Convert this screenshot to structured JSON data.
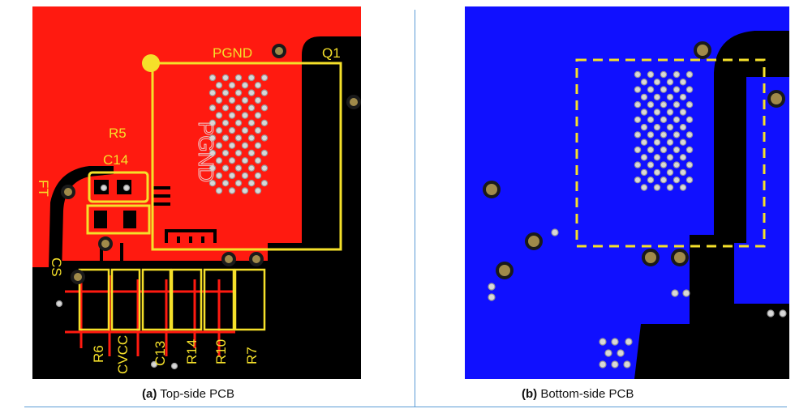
{
  "panel_a": {
    "caption_tag": "(a)",
    "caption_text": "Top-side PCB",
    "labels": {
      "pgnd_top": "PGND",
      "q1": "Q1",
      "r5": "R5",
      "c14": "C14",
      "ft": "FT",
      "cs": "CS",
      "pgnd_pad": "PGND",
      "r6": "R6",
      "cvcc": "CVCC",
      "c13": "C13",
      "r14": "R14",
      "r10": "R10",
      "r7": "R7"
    }
  },
  "panel_b": {
    "caption_tag": "(b)",
    "caption_text": "Bottom-side PCB"
  },
  "colors": {
    "top_copper": "#ff1a10",
    "bottom_copper": "#1010ff",
    "silkscreen": "#f5e02a",
    "void": "#000000",
    "via": "#a08a4a",
    "divider": "#5b9bd5"
  }
}
